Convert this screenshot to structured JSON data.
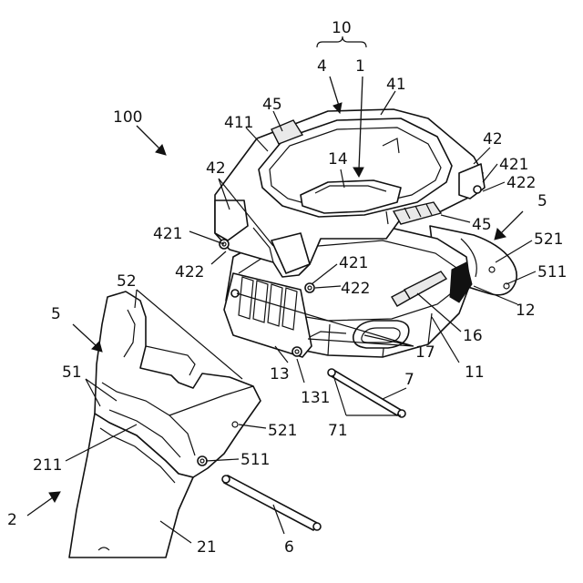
{
  "figure": {
    "labels": {
      "l10": "10",
      "l4": "4",
      "l1": "1",
      "l41": "41",
      "l45_top": "45",
      "l411": "411",
      "l14": "14",
      "l42_right": "42",
      "l421_right": "421",
      "l422_right": "422",
      "l5_right": "5",
      "l45_mid": "45",
      "l521_right": "521",
      "l511_right": "511",
      "l12": "12",
      "l100": "100",
      "l42_left": "42",
      "l421_left": "421",
      "l422_left": "422",
      "l421_center": "421",
      "l422_center": "422",
      "l52": "52",
      "l16": "16",
      "l17": "17",
      "l11": "11",
      "l5_left": "5",
      "l13": "13",
      "l131": "131",
      "l7": "7",
      "l51": "51",
      "l521_left": "521",
      "l71": "71",
      "l211": "211",
      "l511_left": "511",
      "l2": "2",
      "l6": "6",
      "l21": "21"
    }
  }
}
